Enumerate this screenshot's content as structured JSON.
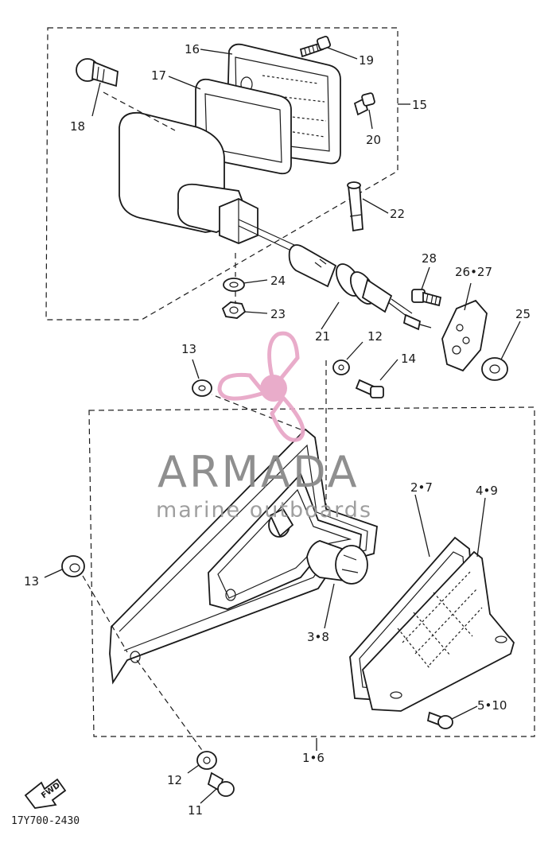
{
  "labels": {
    "p16": "16",
    "p19": "19",
    "p17": "17",
    "p18": "18",
    "p20": "20",
    "p15": "15",
    "p22": "22",
    "p28": "28",
    "p26_27": "26•27",
    "p24": "24",
    "p23": "23",
    "p25": "25",
    "p21": "21",
    "p13a": "13",
    "p12a": "12",
    "p14": "14",
    "p2_7": "2•7",
    "p4_9": "4•9",
    "p13b": "13",
    "p3_8": "3•8",
    "p5_10": "5•10",
    "p1_6": "1•6",
    "p12b": "12",
    "p11": "11"
  },
  "fwd_arrow_text": "FWD",
  "diagram_code": "17Y700-2430",
  "watermark": {
    "brand": "ARMADA",
    "tagline": "marine outboards",
    "color": "#e8a8c8"
  }
}
